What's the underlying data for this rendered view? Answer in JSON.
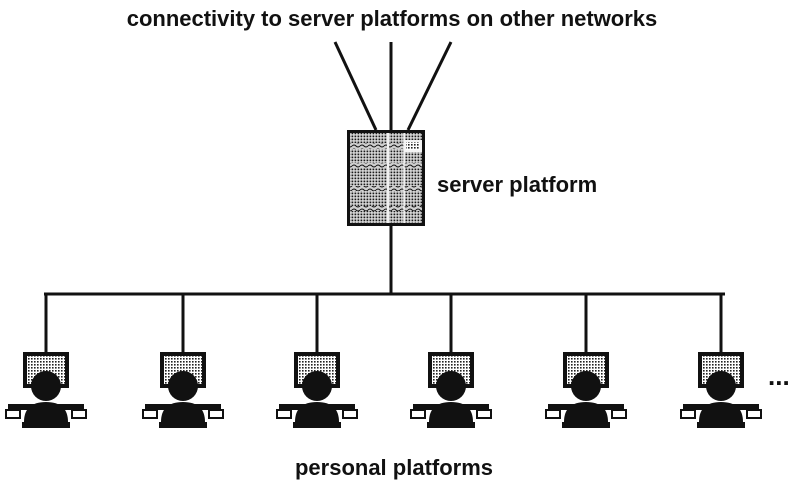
{
  "labels": {
    "top": "connectivity to server platforms on other networks",
    "server": "server platform",
    "bottom": "personal platforms",
    "more": "..."
  },
  "server": {
    "name": "server platform",
    "icon": "server-rack-icon"
  },
  "network": {
    "uplink_count": 3,
    "personal_platform_count": 6,
    "personal_platform_icon": "user-at-computer-icon"
  },
  "colors": {
    "ink": "#111111",
    "background": "#ffffff"
  }
}
